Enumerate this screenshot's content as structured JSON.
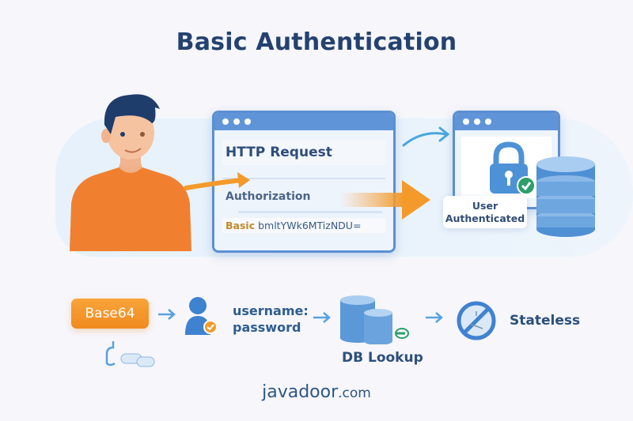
{
  "title": "Basic Authentication",
  "request_window": {
    "title": "HTTP Request",
    "header_name": "Authorization",
    "scheme": "Basic",
    "token": "bmltYWk6MTizNDU="
  },
  "auth_window": {
    "badge_line1": "User",
    "badge_line2": "Authenticated"
  },
  "flow": {
    "steps": [
      {
        "label": "Base64",
        "icon": "base64-badge"
      },
      {
        "label_line1": "username:",
        "label_line2": "password",
        "icon": "user-check-icon"
      },
      {
        "label": "DB Lookup",
        "icon": "database-icon"
      },
      {
        "label": "Stateless",
        "icon": "no-session-icon"
      }
    ]
  },
  "footer": {
    "brand": "javadoor",
    "tld": ".com"
  },
  "colors": {
    "title": "#24426f",
    "accent_blue": "#5f95d8",
    "accent_orange": "#f39a2b",
    "success_green": "#2e9e6b"
  }
}
